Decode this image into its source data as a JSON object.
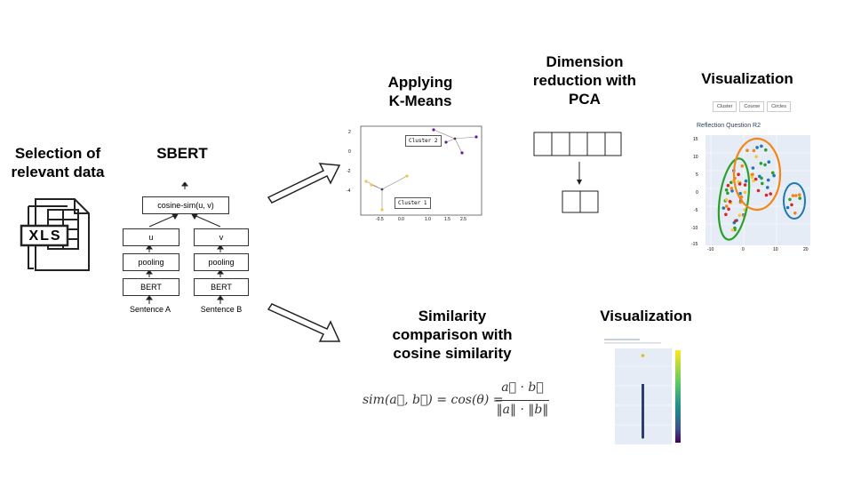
{
  "steps": {
    "selection": "Selection of\nrelevant data",
    "sbert": "SBERT",
    "kmeans": "Applying\nK-Means",
    "pca": "Dimension\nreduction with\nPCA",
    "vis_top": "Visualization",
    "similarity": "Similarity\ncomparison with\ncosine similarity",
    "vis_bottom": "Visualization"
  },
  "xls_label": "XLS",
  "sbert_diagram": {
    "cosine": "cosine-sim(u, v)",
    "u": "u",
    "v": "v",
    "pool_a": "pooling",
    "pool_b": "pooling",
    "bert_a": "BERT",
    "bert_b": "BERT",
    "sent_a": "Sentence A",
    "sent_b": "Sentence B"
  },
  "kmeans_plot": {
    "cluster2": "Cluster 2",
    "cluster1": "Cluster 1",
    "yticks": [
      "2",
      "0",
      "-2",
      "-4"
    ],
    "xticks": [
      "-0.5",
      "0.0",
      "1.0",
      "1.5",
      "2.5"
    ]
  },
  "vis_plot": {
    "tabs": [
      "Cluster",
      "Course",
      "Circles"
    ],
    "title": "Reflection Question R2",
    "yticks": [
      "15",
      "10",
      "5",
      "0",
      "-5",
      "-10",
      "-15"
    ],
    "xticks": [
      "-10",
      "0",
      "10",
      "20"
    ]
  },
  "formula": {
    "lhs": "sim(a⃗, b⃗) = cos(θ) =",
    "num": "a⃗ · b⃗",
    "den": "‖a‖ · ‖b‖"
  },
  "colors": {
    "orange": "#f58518",
    "green": "#2ca02c",
    "blue": "#1f77b4",
    "red": "#d62728",
    "purple": "#6a1b9a",
    "yellow": "#f4c542"
  }
}
